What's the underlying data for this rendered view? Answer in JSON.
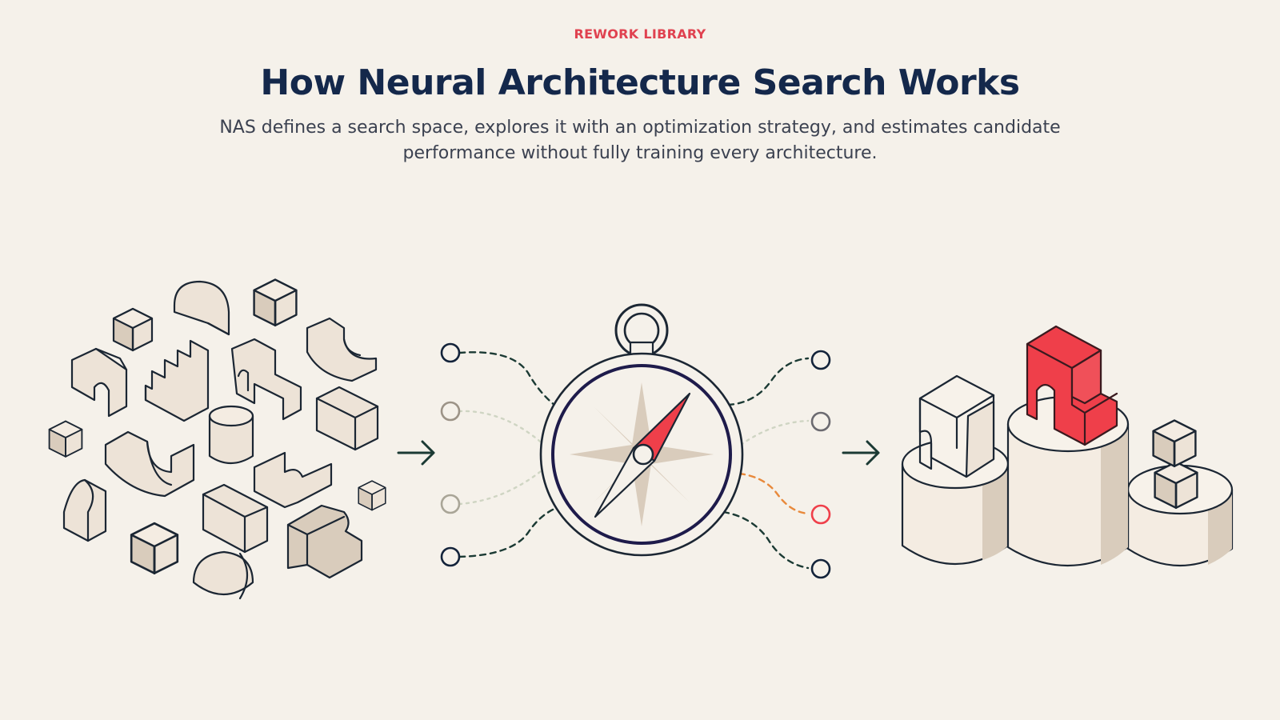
{
  "header": {
    "eyebrow": "REWORK LIBRARY",
    "title": "How Neural Architecture Search Works",
    "subtitle": "NAS defines a search space, explores it with an optimization strategy, and estimates candidate performance without fully training every architecture."
  },
  "colors": {
    "background": "#f5f1ea",
    "accent": "#e04250",
    "title": "#14284b",
    "subtitle": "#3b4150",
    "ink": "#1b2633",
    "block_face": "#ede3d7",
    "block_shade": "#d9ccbc",
    "highlight": "#ef3f4a",
    "dashed_path": "#1b3a34",
    "orange_path": "#e8893b"
  },
  "icons": {
    "search_space": "building-blocks-icon",
    "arrow": "arrow-right-icon",
    "strategy": "compass-icon",
    "result": "podium-icon"
  }
}
